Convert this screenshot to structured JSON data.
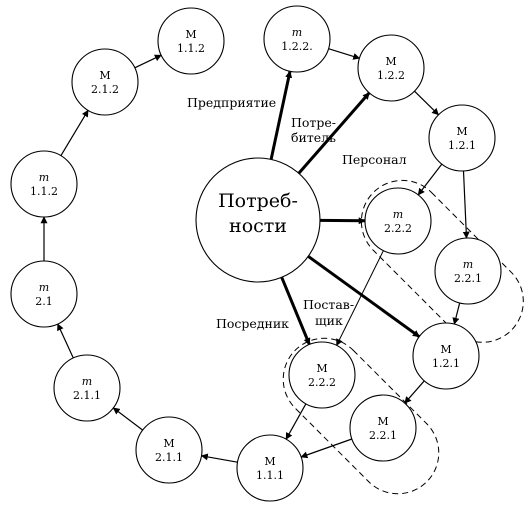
{
  "center": {
    "line1": "Потреб-",
    "line2": "ности"
  },
  "nodes": [
    {
      "id": "n1",
      "letter": "M",
      "num": "1.1.2",
      "italic": false
    },
    {
      "id": "n2",
      "letter": "M",
      "num": "2.1.2",
      "italic": false
    },
    {
      "id": "n3",
      "letter": "m",
      "num": "1.1.2",
      "italic": true
    },
    {
      "id": "n4",
      "letter": "m",
      "num": "2.1",
      "italic": true
    },
    {
      "id": "n5",
      "letter": "m",
      "num": "2.1.1",
      "italic": true
    },
    {
      "id": "n6",
      "letter": "M",
      "num": "2.1.1",
      "italic": false
    },
    {
      "id": "n7",
      "letter": "M",
      "num": "1.1.1",
      "italic": false
    },
    {
      "id": "n8",
      "letter": "m",
      "num": "1.2.2.",
      "italic": true
    },
    {
      "id": "n9",
      "letter": "M",
      "num": "1.2.2",
      "italic": false
    },
    {
      "id": "n10",
      "letter": "M",
      "num": "1.2.1",
      "italic": false
    },
    {
      "id": "n11",
      "letter": "m",
      "num": "2.2.2",
      "italic": true
    },
    {
      "id": "n12",
      "letter": "m",
      "num": "2.2.1",
      "italic": true
    },
    {
      "id": "n13",
      "letter": "M",
      "num": "1.2.1",
      "italic": false
    },
    {
      "id": "n14",
      "letter": "M",
      "num": "2.2.2",
      "italic": false
    },
    {
      "id": "n15",
      "letter": "M",
      "num": "2.2.1",
      "italic": false
    }
  ],
  "labels": {
    "enterprise": "Предприятие",
    "consumer1": "Потре-",
    "consumer2": "битель",
    "personnel": "Персонал",
    "intermediary": "Посредник",
    "supplier1": "Постав-",
    "supplier2": "щик"
  }
}
